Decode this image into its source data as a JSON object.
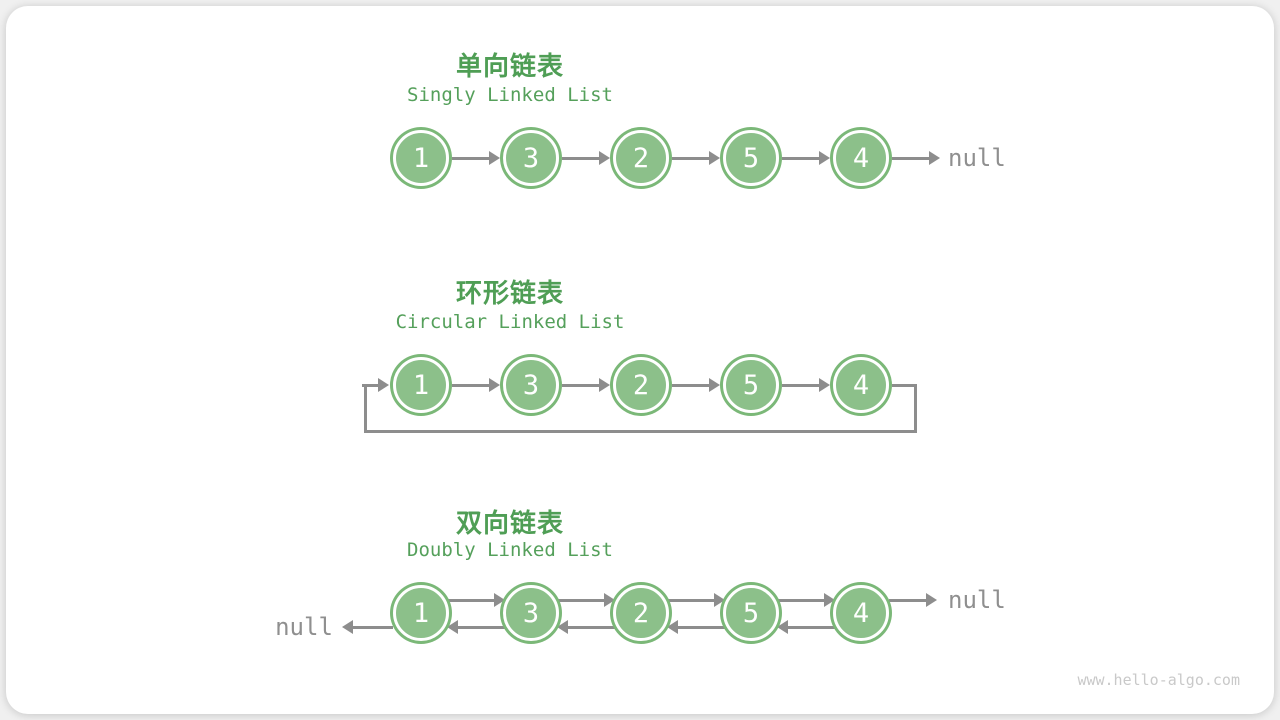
{
  "watermark": "www.hello-algo.com",
  "colors": {
    "title_green": "#4f9e55",
    "subtitle_green": "#55a05b",
    "node_fill": "#8cc08a",
    "node_ring": "#7bb878",
    "arrow_gray": "#8d8d8d",
    "null_gray": "#8f8f8f",
    "watermark_gray": "#c9c9c9",
    "card_background": "#ffffff"
  },
  "sections": [
    {
      "id": "singly",
      "title_zh": "单向链表",
      "title_en": "Singly Linked List",
      "nodes": [
        "1",
        "3",
        "2",
        "5",
        "4"
      ],
      "tail_label": "null"
    },
    {
      "id": "circular",
      "title_zh": "环形链表",
      "title_en": "Circular Linked List",
      "nodes": [
        "1",
        "3",
        "2",
        "5",
        "4"
      ]
    },
    {
      "id": "doubly",
      "title_zh": "双向链表",
      "title_en": "Doubly Linked List",
      "nodes": [
        "1",
        "3",
        "2",
        "5",
        "4"
      ],
      "head_label": "null",
      "tail_label": "null"
    }
  ]
}
